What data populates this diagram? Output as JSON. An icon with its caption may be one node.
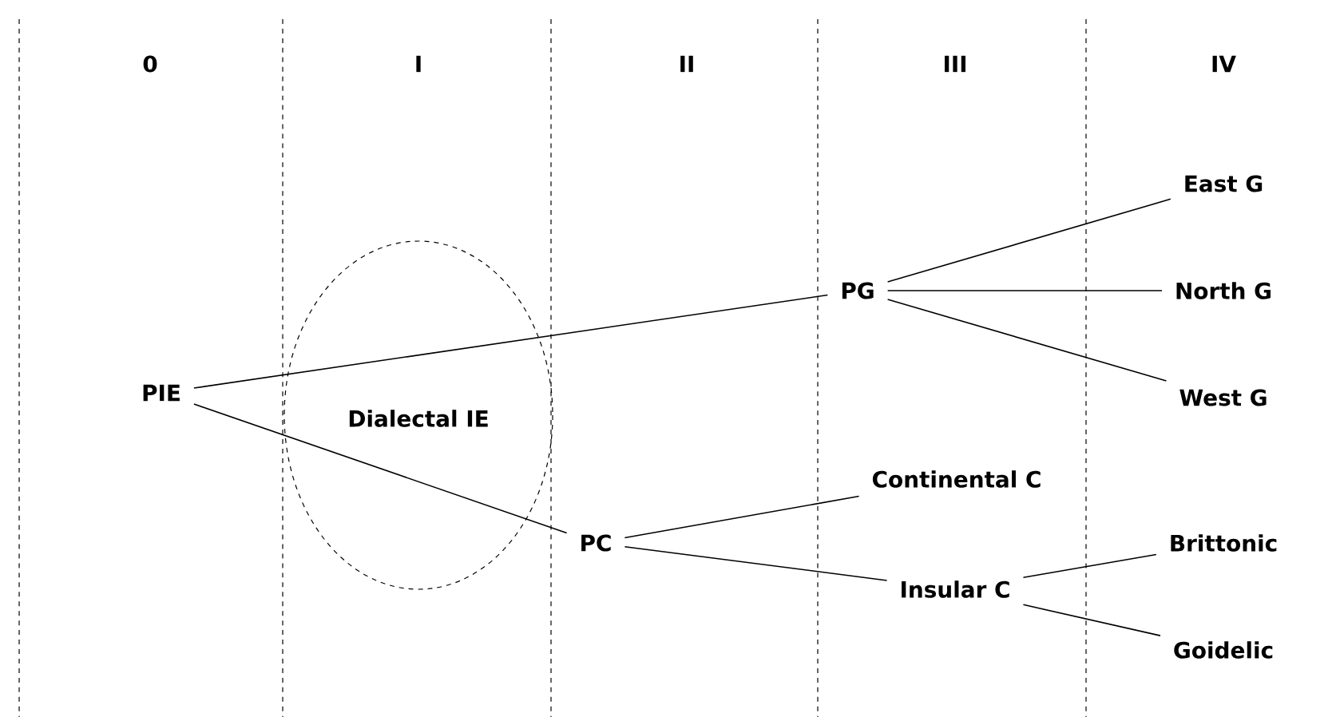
{
  "diagram": {
    "nodes": [
      {
        "text": [
          "PIE"
        ]
      },
      {
        "text": [
          "Dialectal IE"
        ]
      },
      {
        "text": [
          "PG"
        ]
      },
      {
        "text": [
          "PC"
        ]
      },
      {
        "text": [
          "East G"
        ]
      },
      {
        "text": [
          "North G"
        ]
      },
      {
        "text": [
          "West G"
        ]
      },
      {
        "text": [
          "Continental C"
        ]
      },
      {
        "text": [
          "Insular C"
        ]
      },
      {
        "text": [
          "Brittonic"
        ]
      },
      {
        "text": [
          "Goidelic"
        ]
      }
    ],
    "edges": [
      {
        "from": 0,
        "to": 2,
        "arrow": "none"
      },
      {
        "from": 0,
        "to": 3,
        "arrow": "none"
      },
      {
        "from": 2,
        "to": 4,
        "arrow": "none"
      },
      {
        "from": 2,
        "to": 5,
        "arrow": "none"
      },
      {
        "from": 2,
        "to": 6,
        "arrow": "none"
      },
      {
        "from": 3,
        "to": 7,
        "arrow": "none"
      },
      {
        "from": 3,
        "to": 8,
        "arrow": "none"
      },
      {
        "from": 8,
        "to": 9,
        "arrow": "none"
      },
      {
        "from": 8,
        "to": 10,
        "arrow": "none"
      }
    ],
    "labels": [
      "0",
      "I",
      "II",
      "III",
      "IV"
    ]
  }
}
